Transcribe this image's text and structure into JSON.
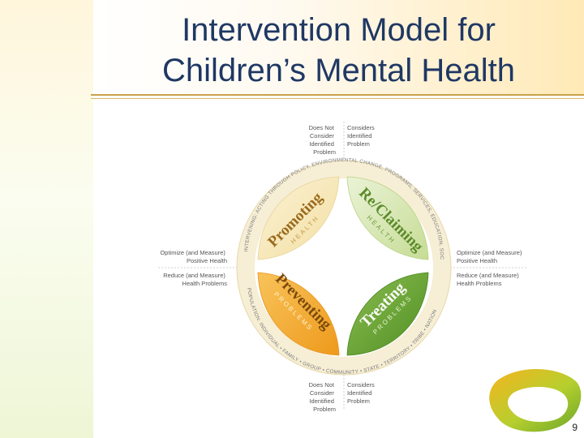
{
  "slide": {
    "title_line1": "Intervention Model for",
    "title_line2": "Children’s Mental Health",
    "page_number": "9"
  },
  "diagram": {
    "petals": {
      "promoting": {
        "title": "Promoting",
        "sub": "HEALTH",
        "color": "#f7e6b5"
      },
      "reclaiming": {
        "title": "Re/Claiming",
        "sub": "HEALTH",
        "color": "#d7e7b4"
      },
      "preventing": {
        "title": "Preventing",
        "sub": "PROBLEMS",
        "color": "#f3a424"
      },
      "treating": {
        "title": "Treating",
        "sub": "PROBLEMS",
        "color": "#6aa535"
      }
    },
    "ring_text_top": "INTERVENING: ACTING THROUGH POLICY, ENVIRONMENTAL CHANGE, PROGRAMS, SERVICES, EDUCATION, SOCIAL MARKETING",
    "ring_text_bottom": "POPULATION: INDIVIDUAL • FAMILY • GROUP • COMMUNITY • STATE • TERRITORY • TRIBE • NATION",
    "top_left": [
      "Does Not",
      "Consider",
      "Identified",
      "Problem"
    ],
    "top_right": [
      "Considers",
      "Identified",
      "Problem"
    ],
    "bottom_left": [
      "Does Not",
      "Consider",
      "Identified",
      "Problem"
    ],
    "bottom_right": [
      "Considers",
      "Identified",
      "Problem"
    ],
    "left_upper": [
      "Optimize (and Measure)",
      "Positive Health"
    ],
    "left_lower": [
      "Reduce (and Measure)",
      "Health Problems"
    ],
    "right_upper": [
      "Optimize (and Measure)",
      "Positive Health"
    ],
    "right_lower": [
      "Reduce (and Measure)",
      "Health Problems"
    ]
  },
  "colors": {
    "ring": "#f6eed5",
    "ring_text": "#7a7a7a",
    "label_text": "#555555",
    "title": "#1f3864",
    "rule": "#c9a24a"
  }
}
